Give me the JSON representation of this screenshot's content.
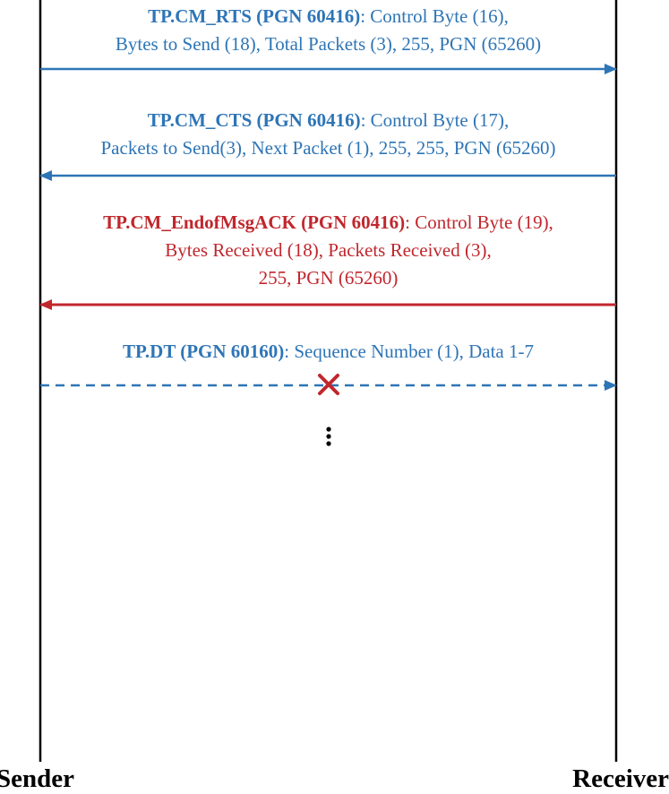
{
  "colors": {
    "blue": "#2e75b6",
    "red": "#c0272d",
    "black": "#000000"
  },
  "participants": {
    "sender": "Sender",
    "receiver": "Receiver"
  },
  "messages": [
    {
      "name": "TP.CM_RTS (PGN 60416)",
      "detail_1": ": Control Byte (16),",
      "detail_2": "Bytes to Send (18), Total Packets (3), 255, PGN (65260)",
      "direction": "sender-to-receiver",
      "color": "blue",
      "line": "solid"
    },
    {
      "name": "TP.CM_CTS (PGN 60416)",
      "detail_1": ": Control Byte (17),",
      "detail_2": "Packets to Send(3), Next Packet (1), 255, 255, PGN (65260)",
      "direction": "receiver-to-sender",
      "color": "blue",
      "line": "solid"
    },
    {
      "name": "TP.CM_EndofMsgACK (PGN 60416)",
      "detail_1": ": Control Byte (19),",
      "detail_2": "Bytes Received (18), Packets Received (3),",
      "detail_3": "255, PGN (65260)",
      "direction": "receiver-to-sender",
      "color": "red",
      "line": "solid"
    },
    {
      "name": "TP.DT (PGN 60160)",
      "detail_1": ": Sequence Number (1), Data 1-7",
      "direction": "sender-to-receiver",
      "color": "blue",
      "line": "dashed",
      "lost_marker": "cross"
    }
  ],
  "continuation": "vertical-ellipsis"
}
